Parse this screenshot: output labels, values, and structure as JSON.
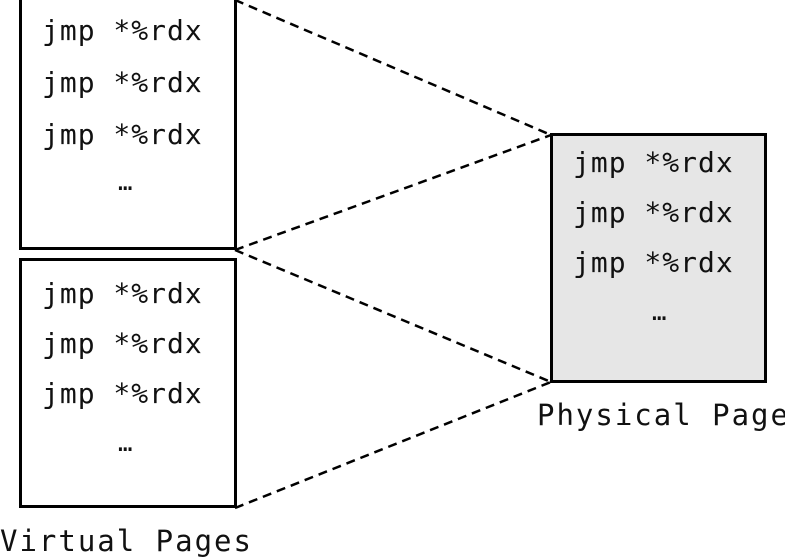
{
  "virtual_pages": [
    {
      "lines": [
        "jmp *%rdx",
        "jmp *%rdx",
        "jmp *%rdx"
      ],
      "ellipsis": "…"
    },
    {
      "lines": [
        "jmp *%rdx",
        "jmp *%rdx",
        "jmp *%rdx"
      ],
      "ellipsis": "…"
    }
  ],
  "physical_page": {
    "lines": [
      "jmp *%rdx",
      "jmp *%rdx",
      "jmp *%rdx"
    ],
    "ellipsis": "…"
  },
  "labels": {
    "virtual": "Virtual Pages",
    "physical": "Physical Page"
  },
  "colors": {
    "physical_fill": "#e6e6e6",
    "stroke": "#000000"
  }
}
